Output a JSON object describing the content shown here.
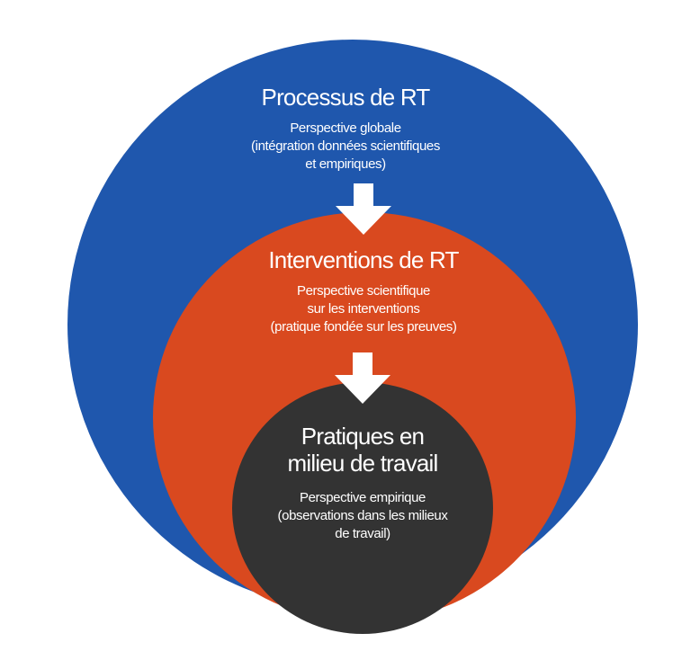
{
  "colors": {
    "outer": "#1f57ad",
    "middle": "#d9491f",
    "inner": "#333333",
    "arrow": "#ffffff",
    "text": "#ffffff"
  },
  "outer": {
    "title": "Processus de RT",
    "subtitle_lines": [
      "Perspective globale",
      "(intégration données scientifiques",
      "et  empiriques)"
    ]
  },
  "middle": {
    "title": "Interventions de RT",
    "subtitle_lines": [
      "Perspective scientifique",
      "sur les interventions",
      "(pratique fondée sur les preuves)"
    ]
  },
  "inner": {
    "title_lines": [
      "Pratiques en",
      "milieu de travail"
    ],
    "subtitle_lines": [
      "Perspective empirique",
      "(observations dans les milieux",
      "de travail)"
    ]
  },
  "arrows": [
    {
      "icon": "down-arrow-icon",
      "from": "outer",
      "to": "middle"
    },
    {
      "icon": "down-arrow-icon",
      "from": "middle",
      "to": "inner"
    }
  ]
}
